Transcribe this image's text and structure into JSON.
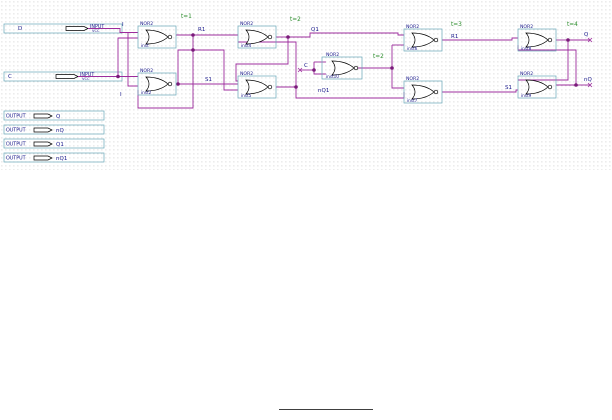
{
  "inputs": [
    {
      "id": "in-d",
      "name": "D",
      "kind": "INPUT",
      "sub": "VCC"
    },
    {
      "id": "in-c",
      "name": "C",
      "kind": "INPUT",
      "sub": "VCC"
    }
  ],
  "outputs": [
    {
      "id": "out-q",
      "name": "Q",
      "kind": "OUTPUT"
    },
    {
      "id": "out-nq",
      "name": "nQ",
      "kind": "OUTPUT"
    },
    {
      "id": "out-q1",
      "name": "Q1",
      "kind": "OUTPUT"
    },
    {
      "id": "out-nq1",
      "name": "nQ1",
      "kind": "OUTPUT"
    }
  ],
  "gates": [
    {
      "id": "g1",
      "type": "NOR2",
      "inst": "inst"
    },
    {
      "id": "g2",
      "type": "NOR2",
      "inst": "inst2"
    },
    {
      "id": "g3",
      "type": "NOR2",
      "inst": "inst4"
    },
    {
      "id": "g4",
      "type": "NOR2",
      "inst": "inst5"
    },
    {
      "id": "g5",
      "type": "NOR2",
      "inst": "inst10"
    },
    {
      "id": "g6",
      "type": "NOR2",
      "inst": "inst6"
    },
    {
      "id": "g7",
      "type": "NOR2",
      "inst": "inst7"
    },
    {
      "id": "g8",
      "type": "NOR2",
      "inst": "inst8"
    },
    {
      "id": "g9",
      "type": "NOR2",
      "inst": "inst9"
    }
  ],
  "net_labels": {
    "i_top": "I",
    "i_bottom": "I",
    "r1": "R1",
    "s1": "S1",
    "q1": "Q1",
    "nq1": "nQ1",
    "c_mid": "C",
    "r1_right": "R1",
    "s1_right": "S1",
    "q": "Q",
    "nq": "nQ"
  },
  "steps": {
    "t1": "t=1",
    "t2": "t=2",
    "t2b": "t=2",
    "t3": "t=3",
    "t4": "t=4"
  }
}
